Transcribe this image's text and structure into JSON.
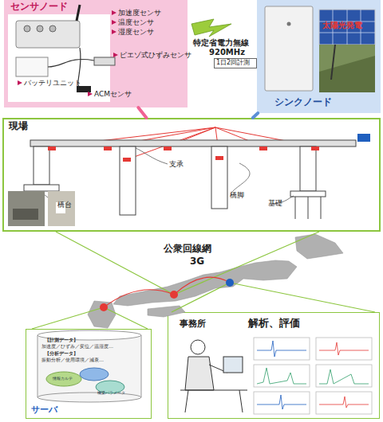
{
  "diagram": {
    "nodes": [
      {
        "text": [
          "センサノード"
        ]
      },
      {
        "text": [
          "1日2回計測"
        ]
      },
      {
        "text": [
          "シンクノード"
        ]
      },
      {
        "text": [
          "現場"
        ]
      },
      {
        "text": [
          "サーバ"
        ]
      },
      {
        "text": [
          "事務所",
          "解析、評価"
        ]
      }
    ],
    "edges": [
      {
        "from": 0,
        "to": 3,
        "arrow": "none"
      },
      {
        "from": 2,
        "to": 3,
        "arrow": "none"
      }
    ],
    "labels": [
      "加速度センサ",
      "温度センサ",
      "湿度センサ",
      "ピエゾ式ひずみセンサ",
      "バッテリユニット",
      "ACMセンサ",
      "特定省電力無線",
      "920MHz",
      "太陽光発電",
      "支承",
      "橋台",
      "橋脚",
      "基礎",
      "公衆回線網",
      "3G",
      "【計測データ】",
      "加速度／ひずみ／変位／温湿度…",
      "【分析データ】",
      "振動分析／使用環境／減衰…",
      "情報カルテ",
      "橋梁パラメータ"
    ]
  }
}
